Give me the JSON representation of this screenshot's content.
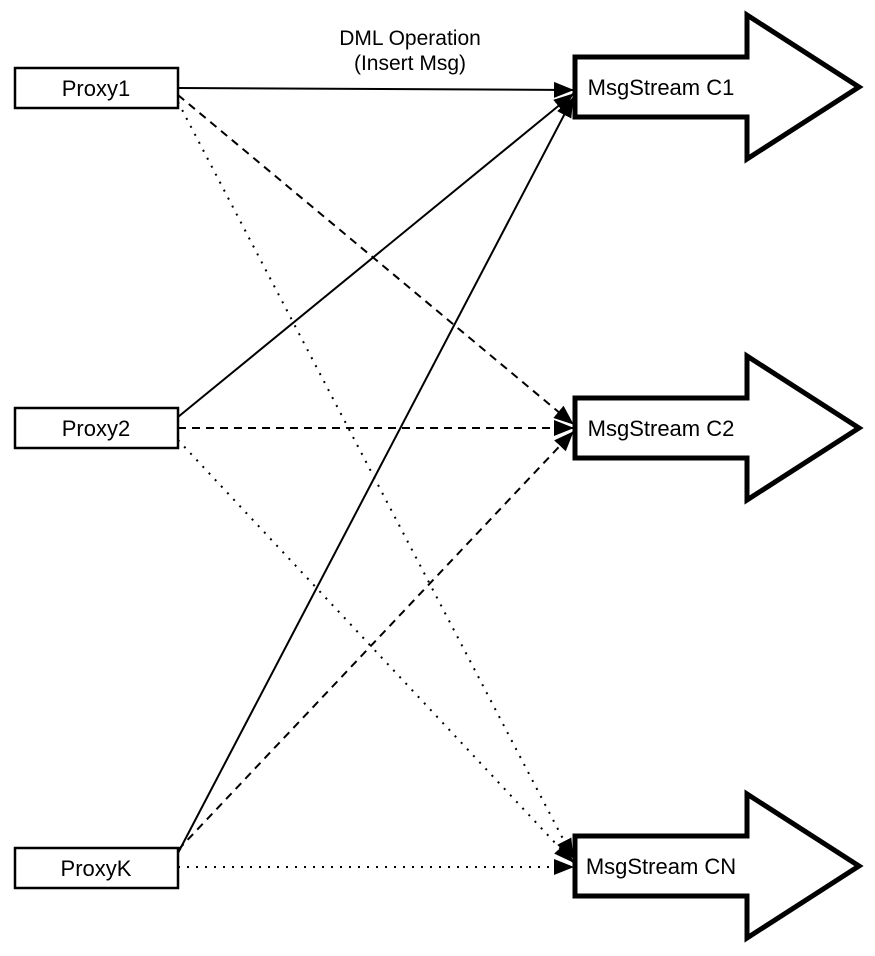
{
  "diagram": {
    "annotation": {
      "line1": "DML Operation",
      "line2": "(Insert Msg)"
    },
    "proxies": [
      {
        "label": "Proxy1"
      },
      {
        "label": "Proxy2"
      },
      {
        "label": "ProxyK"
      }
    ],
    "streams": [
      {
        "label": "MsgStream C1"
      },
      {
        "label": "MsgStream C2"
      },
      {
        "label": "MsgStream CN"
      }
    ],
    "connections": [
      {
        "from": "Proxy1",
        "to": "MsgStream C1",
        "style": "solid"
      },
      {
        "from": "Proxy1",
        "to": "MsgStream C2",
        "style": "dashed"
      },
      {
        "from": "Proxy1",
        "to": "MsgStream CN",
        "style": "dotted"
      },
      {
        "from": "Proxy2",
        "to": "MsgStream C1",
        "style": "solid"
      },
      {
        "from": "Proxy2",
        "to": "MsgStream C2",
        "style": "dashed"
      },
      {
        "from": "Proxy2",
        "to": "MsgStream CN",
        "style": "dotted"
      },
      {
        "from": "ProxyK",
        "to": "MsgStream C1",
        "style": "solid"
      },
      {
        "from": "ProxyK",
        "to": "MsgStream C2",
        "style": "dashed"
      },
      {
        "from": "ProxyK",
        "to": "MsgStream CN",
        "style": "dotted"
      }
    ],
    "colors": {
      "line": "#000000",
      "node_fill": "#ffffff",
      "background": "#ffffff"
    }
  }
}
